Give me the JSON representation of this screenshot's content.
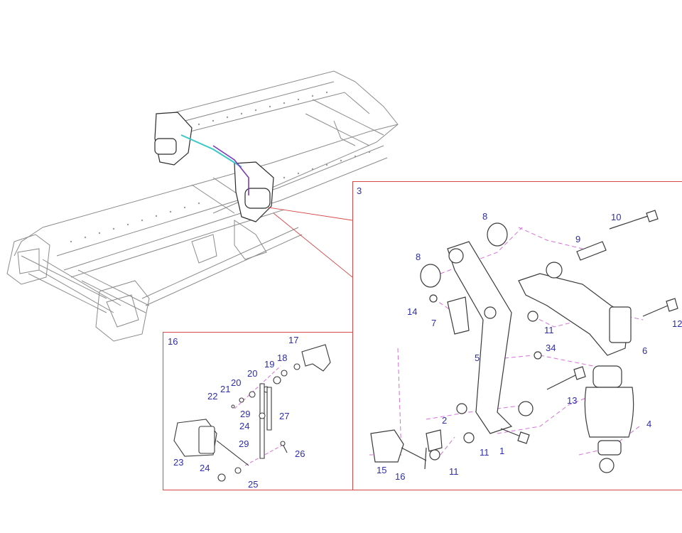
{
  "colors": {
    "callout": "#2e2ea8",
    "panel_border": "#d84848",
    "dash": "#d870d8",
    "line": "#7a7a7a",
    "dark": "#3a3a3a",
    "pipe_cyan": "#3ac8c8",
    "pipe_purple": "#7a3ab8"
  },
  "overview": {
    "frame_icon": "truck-chassis-frame",
    "suspension_icon": "air-suspension-assembly"
  },
  "detail_panel": {
    "number": "3",
    "labels": {
      "p1": "1",
      "p2": "2",
      "p4": "4",
      "p5": "5",
      "p6": "6",
      "p7": "7",
      "p8a": "8",
      "p8b": "8",
      "p9": "9",
      "p10": "10",
      "p11a": "11",
      "p11b": "11",
      "p11c": "11",
      "p12": "12",
      "p13": "13",
      "p14": "14",
      "p15": "15",
      "p16": "16",
      "p34": "34"
    }
  },
  "inset_panel": {
    "number": "16",
    "labels": {
      "p17": "17",
      "p18": "18",
      "p19": "19",
      "p20a": "20",
      "p20b": "20",
      "p21": "21",
      "p22": "22",
      "p23": "23",
      "p24a": "24",
      "p24b": "24",
      "p25": "25",
      "p26": "26",
      "p27": "27",
      "p29a": "29",
      "p29b": "29"
    }
  }
}
